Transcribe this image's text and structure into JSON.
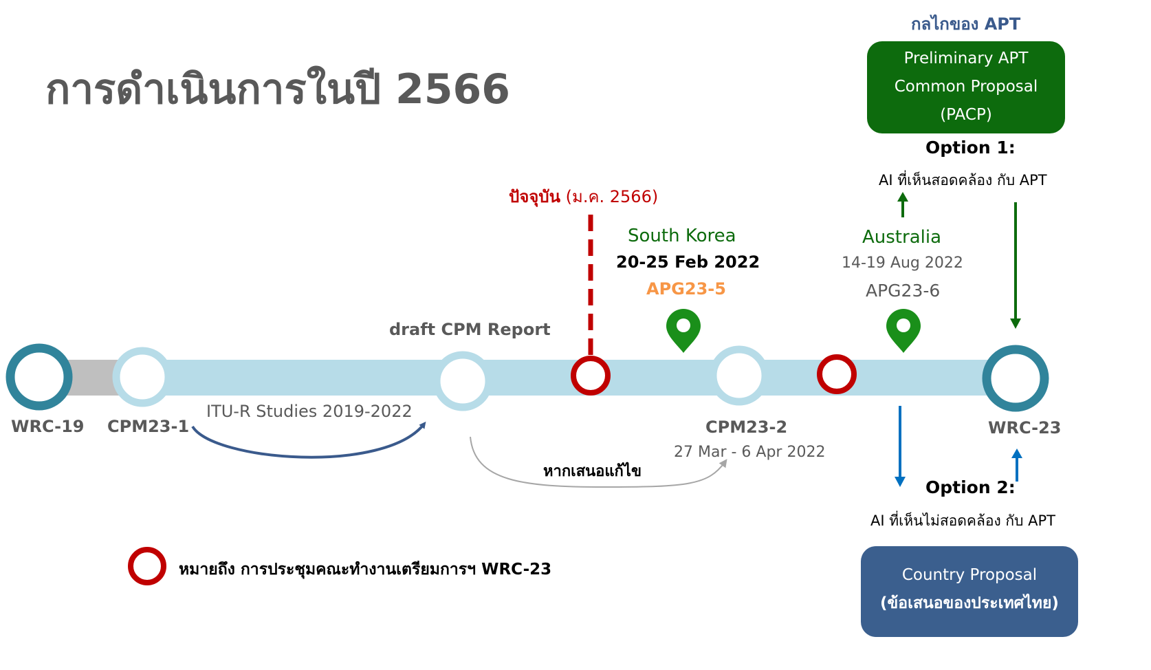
{
  "title": "การดำเนินการในปี 2566",
  "apt_mechanism": {
    "heading": "กลไกของ APT",
    "pacp_lines": [
      "Preliminary APT",
      "Common Proposal",
      "(PACP)"
    ],
    "option1_title": "Option 1:",
    "option1_desc": "AI ที่เห็นสอดคล้อง กับ APT",
    "option2_title": "Option 2:",
    "option2_desc": "AI ที่เห็นไม่สอดคล้อง กับ APT",
    "country_lines": [
      "Country Proposal",
      "(ข้อเสนอของประเทศไทย)"
    ]
  },
  "current": {
    "label_bold": "ปัจจุบัน",
    "label_rest": "(ม.ค. 2566)"
  },
  "meetings": {
    "apg5": {
      "location": "South Korea",
      "dates": "20-25 Feb 2022",
      "name": "APG23-5"
    },
    "apg6": {
      "location": "Australia",
      "dates": "14-19 Aug 2022",
      "name": "APG23-6"
    }
  },
  "milestones": {
    "wrc19": "WRC-19",
    "cpm1": "CPM23-1",
    "draft": "draft CPM Report",
    "cpm2": "CPM23-2",
    "cpm2_dates": "27 Mar - 6 Apr 2022",
    "wrc23": "WRC-23"
  },
  "arrows": {
    "studies": "ITU-R Studies 2019-2022",
    "revise": "หากเสนอแก้ไข"
  },
  "legend": {
    "text": "หมายถึง การประชุมคณะทำงานเตรียมการฯ WRC-23"
  },
  "colors": {
    "timeline": "#b7dce8",
    "gray_bar": "#bfbfbf",
    "wrc_ring": "#31849b",
    "light_ring": "#b7dce8",
    "red_ring": "#c00000",
    "green": "#0d6b0d",
    "pin_green": "#1a8f1a",
    "orange": "#f79646",
    "blue_arrow": "#0070c0",
    "navy_arrow": "#3a5a8c",
    "title_gray": "#595959"
  }
}
